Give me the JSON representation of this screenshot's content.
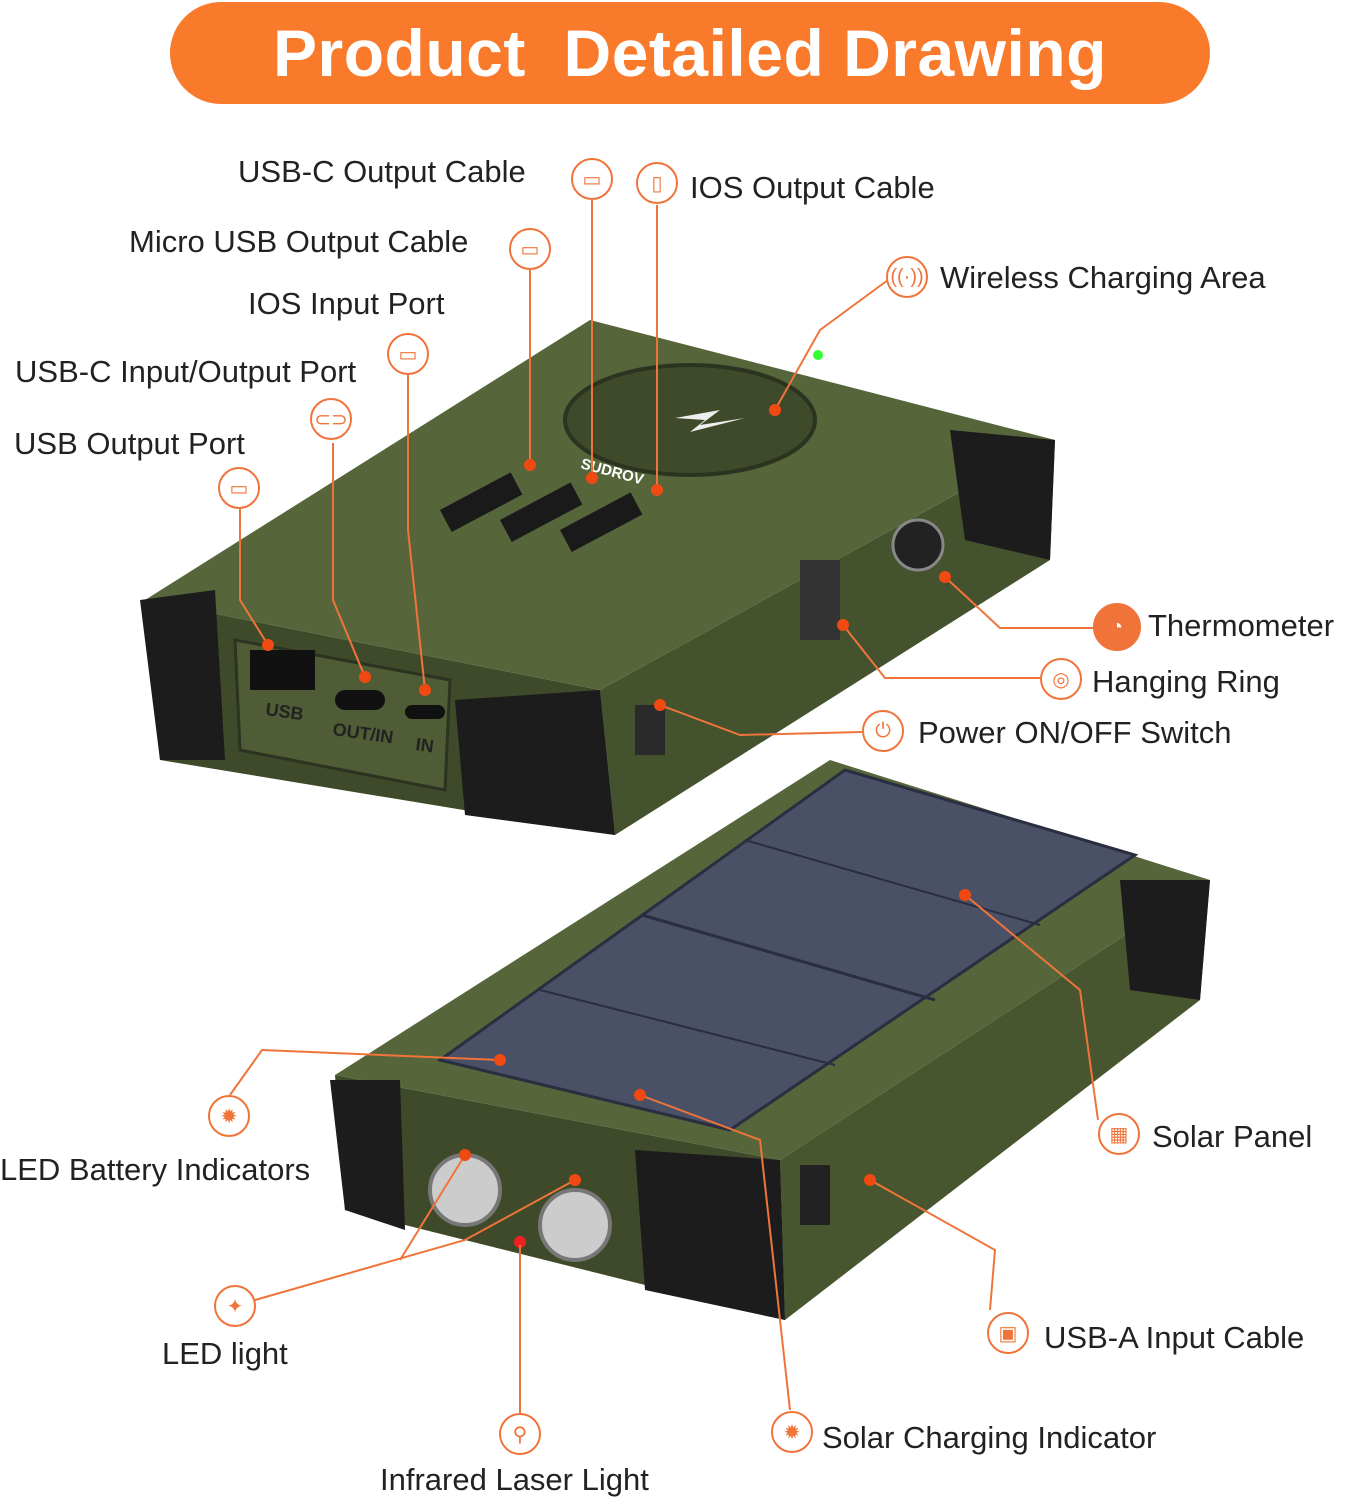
{
  "title": "Product  Detailed Drawing",
  "brand": "SUDROV",
  "port_labels": {
    "usb": "USB",
    "out_in": "OUT/IN",
    "in": "IN"
  },
  "colors": {
    "accent": "#f97a2a",
    "body": "#4c5a33",
    "bumper": "#1c1c1c",
    "solar": "#4a5066"
  },
  "callouts": [
    {
      "label": "USB-C Output Cable",
      "icon": "usb-c-icon"
    },
    {
      "label": "IOS Output Cable",
      "icon": "lightning-plug-icon"
    },
    {
      "label": "Micro USB Output Cable",
      "icon": "micro-usb-icon"
    },
    {
      "label": "Wireless Charging Area",
      "icon": "wireless-icon"
    },
    {
      "label": "IOS Input Port",
      "icon": "lightning-port-icon"
    },
    {
      "label": "USB-C Input/Output Port",
      "icon": "usb-c-port-icon"
    },
    {
      "label": "USB Output Port",
      "icon": "usb-port-icon"
    },
    {
      "label": "Thermometer",
      "icon": "thermometer-icon"
    },
    {
      "label": "Hanging Ring",
      "icon": "ring-icon"
    },
    {
      "label": "Power ON/OFF Switch",
      "icon": "power-icon"
    },
    {
      "label": "LED Battery Indicators",
      "icon": "indicator-light-icon"
    },
    {
      "label": "Solar Panel",
      "icon": "solar-panel-icon"
    },
    {
      "label": "LED light",
      "icon": "flashlight-icon"
    },
    {
      "label": "USB-A Input Cable",
      "icon": "usb-a-icon"
    },
    {
      "label": "Solar Charging Indicator",
      "icon": "solar-indicator-icon"
    },
    {
      "label": "Infrared Laser Light",
      "icon": "laser-icon"
    }
  ]
}
